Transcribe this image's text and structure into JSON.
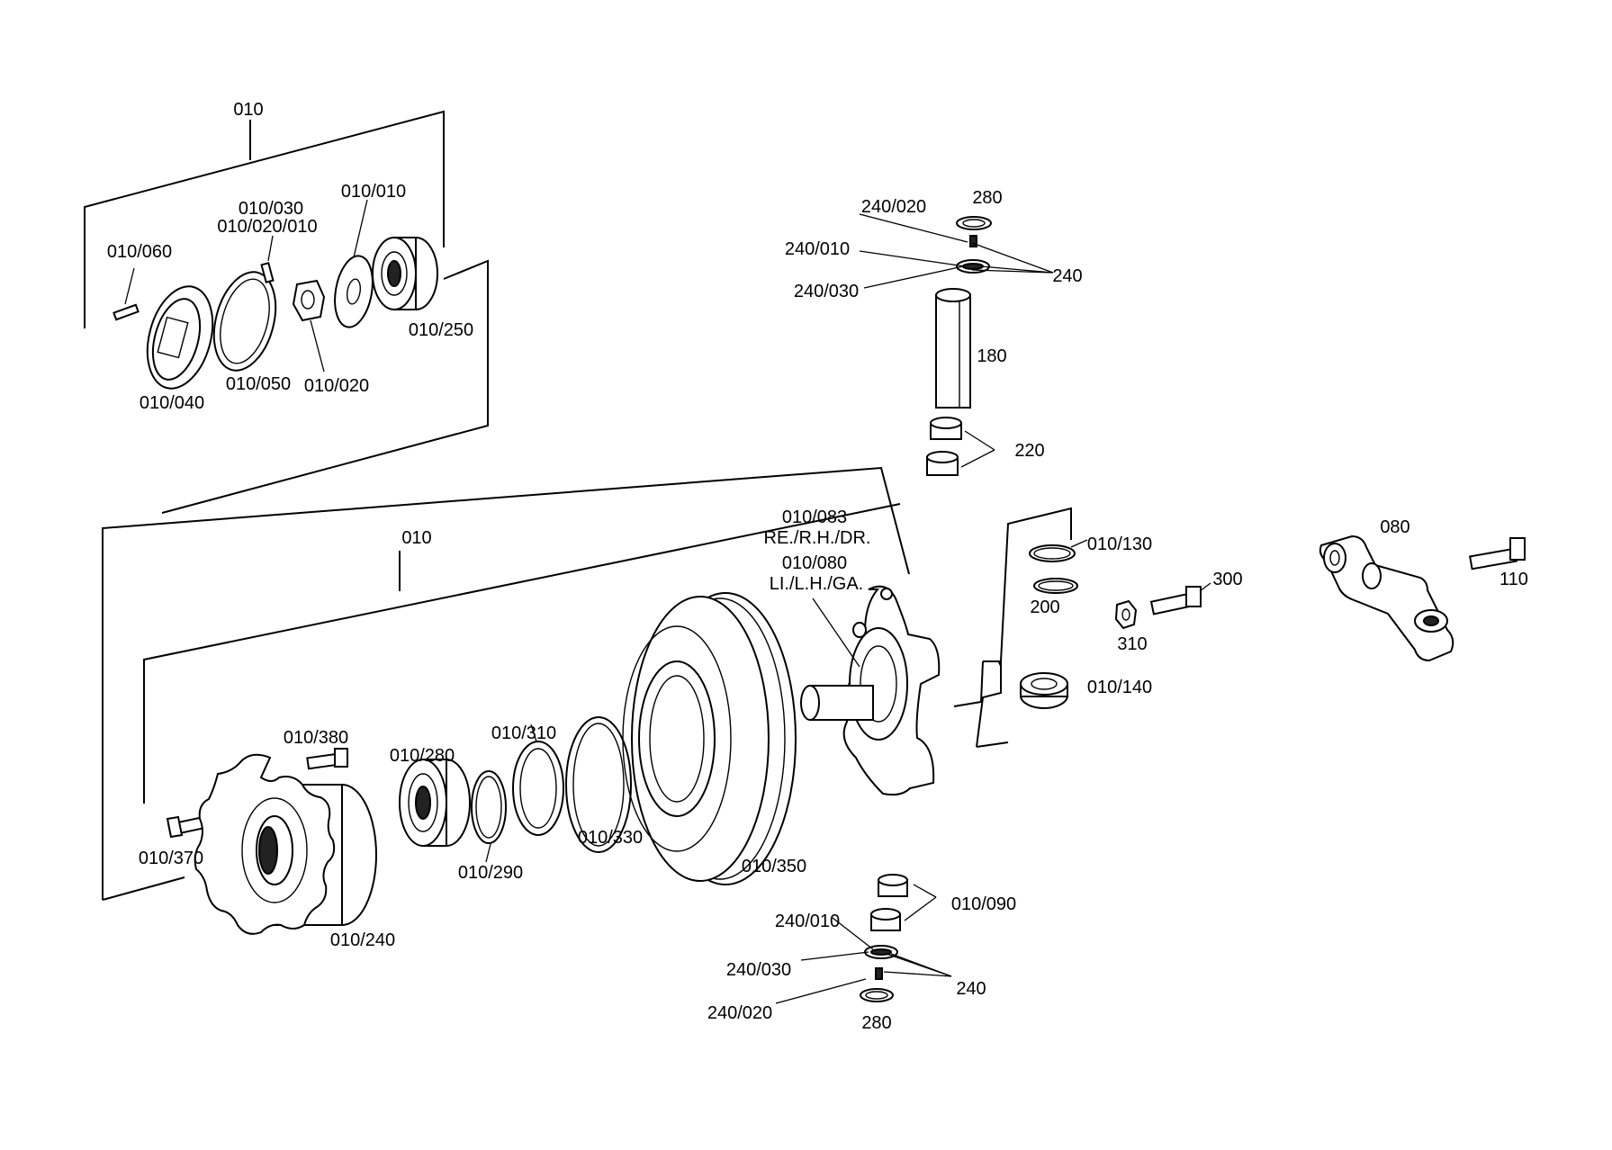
{
  "labels": {
    "group_top": "010",
    "group_main": "010",
    "l_010_010": "010/010",
    "l_010_030": "010/030",
    "l_010_020_010": "010/020/010",
    "l_010_060": "010/060",
    "l_010_250": "010/250",
    "l_010_040": "010/040",
    "l_010_050": "010/050",
    "l_010_020": "010/020",
    "l_280_top": "280",
    "l_240_020_top": "240/020",
    "l_240_010_top": "240/010",
    "l_240_030_top": "240/030",
    "l_240_top": "240",
    "l_180": "180",
    "l_220": "220",
    "l_010_083": "010/083",
    "l_re_rh_dr": "RE./R.H./DR.",
    "l_010_080": "010/080",
    "l_li_lh_ga": "LI./L.H./GA.",
    "l_010_130": "010/130",
    "l_200": "200",
    "l_300": "300",
    "l_310": "310",
    "l_010_140": "010/140",
    "l_080": "080",
    "l_110": "110",
    "l_010_380": "010/380",
    "l_010_280": "010/280",
    "l_010_310": "010/310",
    "l_010_370": "010/370",
    "l_010_290": "010/290",
    "l_010_330": "010/330",
    "l_010_350": "010/350",
    "l_010_240": "010/240",
    "l_010_090": "010/090",
    "l_240_010_bot": "240/010",
    "l_240_030_bot": "240/030",
    "l_240_bot": "240",
    "l_240_020_bot": "240/020",
    "l_280_bot": "280"
  }
}
